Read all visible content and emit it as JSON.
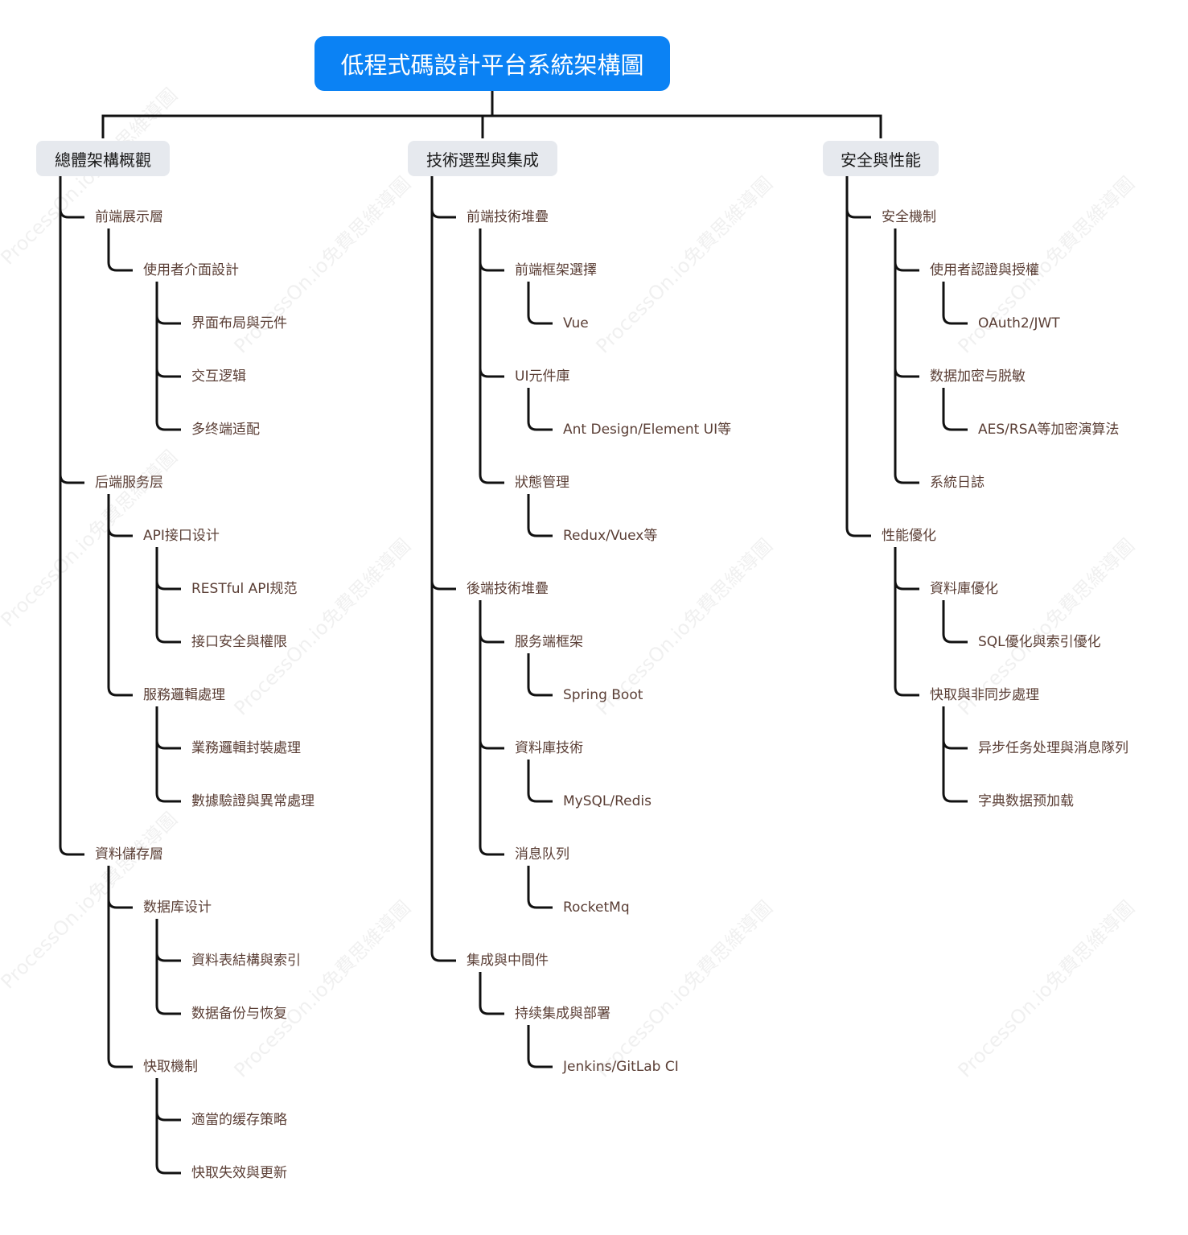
{
  "colors": {
    "root_bg": "#0b82f4",
    "branch_bg": "#e6e9ee",
    "connector": "#111111",
    "leaf_text": "#5a3e35"
  },
  "root": {
    "title": "低程式碼設計平台系統架構圖"
  },
  "branches": [
    {
      "title": "總體架構概觀",
      "children": [
        {
          "label": "前端展示層",
          "children": [
            {
              "label": "使用者介面設計",
              "children": [
                {
                  "label": "界面布局與元件"
                },
                {
                  "label": "交互逻辑"
                },
                {
                  "label": "多终端适配"
                }
              ]
            }
          ]
        },
        {
          "label": "后端服务层",
          "children": [
            {
              "label": "API接口设计",
              "children": [
                {
                  "label": "RESTful API规范"
                },
                {
                  "label": "接口安全與權限"
                }
              ]
            },
            {
              "label": "服務邏輯處理",
              "children": [
                {
                  "label": "業務邏輯封裝處理"
                },
                {
                  "label": "數據驗證與異常處理"
                }
              ]
            }
          ]
        },
        {
          "label": "資料儲存層",
          "children": [
            {
              "label": "数据库设计",
              "children": [
                {
                  "label": "資料表結構與索引"
                },
                {
                  "label": "数据备份与恢复"
                }
              ]
            },
            {
              "label": "快取機制",
              "children": [
                {
                  "label": "適當的缓存策略"
                },
                {
                  "label": "快取失效與更新"
                }
              ]
            }
          ]
        }
      ]
    },
    {
      "title": "技術選型與集成",
      "children": [
        {
          "label": "前端技術堆疊",
          "children": [
            {
              "label": "前端框架選擇",
              "children": [
                {
                  "label": "Vue"
                }
              ]
            },
            {
              "label": "UI元件庫",
              "children": [
                {
                  "label": "Ant Design/Element UI等"
                }
              ]
            },
            {
              "label": "狀態管理",
              "children": [
                {
                  "label": "Redux/Vuex等"
                }
              ]
            }
          ]
        },
        {
          "label": "後端技術堆疊",
          "children": [
            {
              "label": "服务端框架",
              "children": [
                {
                  "label": "Spring Boot"
                }
              ]
            },
            {
              "label": "資料庫技術",
              "children": [
                {
                  "label": "MySQL/Redis"
                }
              ]
            },
            {
              "label": "消息队列",
              "children": [
                {
                  "label": "RocketMq"
                }
              ]
            }
          ]
        },
        {
          "label": "集成與中間件",
          "children": [
            {
              "label": "持续集成與部署",
              "children": [
                {
                  "label": "Jenkins/GitLab CI"
                }
              ]
            }
          ]
        }
      ]
    },
    {
      "title": "安全與性能",
      "children": [
        {
          "label": "安全機制",
          "children": [
            {
              "label": "使用者認證與授權",
              "children": [
                {
                  "label": "OAuth2/JWT"
                }
              ]
            },
            {
              "label": "数据加密与脱敏",
              "children": [
                {
                  "label": "AES/RSA等加密演算法"
                }
              ]
            },
            {
              "label": "系統日誌"
            }
          ]
        },
        {
          "label": "性能優化",
          "children": [
            {
              "label": "資料庫優化",
              "children": [
                {
                  "label": "SQL優化與索引優化"
                }
              ]
            },
            {
              "label": "快取與非同步處理",
              "children": [
                {
                  "label": "异步任务处理與消息隊列"
                },
                {
                  "label": "字典数据预加载"
                }
              ]
            }
          ]
        }
      ]
    }
  ],
  "watermark": "ProcessOn.io免費思維導圖"
}
